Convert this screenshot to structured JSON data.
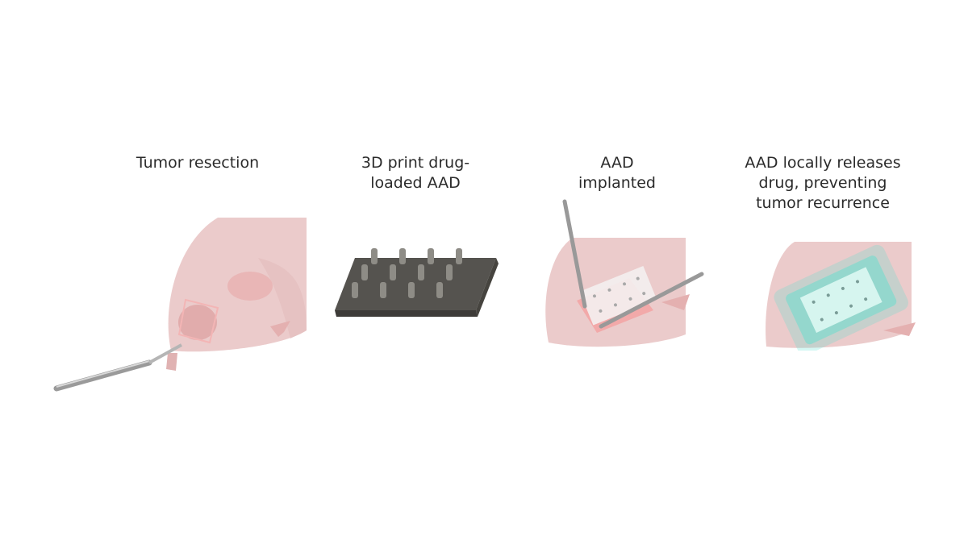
{
  "figure": {
    "steps": [
      {
        "id": 1,
        "label": "Tumor  resection",
        "illustration": "mouse-scalpel-excision"
      },
      {
        "id": 2,
        "label": "3D print drug-\nloaded AAD",
        "illustration": "printed-device-with-microneedles"
      },
      {
        "id": 3,
        "label": "AAD\nimplanted",
        "illustration": "mouse-forceps-implant"
      },
      {
        "id": 4,
        "label": "AAD locally releases\ndrug, preventing\ntumor  recurrence",
        "illustration": "mouse-device-drug-release"
      }
    ],
    "colors": {
      "skin": "#ebcbcb",
      "skin_dark": "#e1b2b2",
      "wound": "#f2a9a9",
      "device": "#55534f",
      "device_edge": "#3d3b38",
      "instrument": "#a9a9a9",
      "drug_glow": "#57e0cf",
      "implant": "#f4f0f0"
    }
  }
}
